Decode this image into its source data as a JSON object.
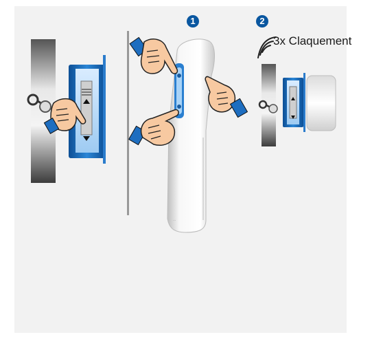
{
  "steps": [
    {
      "number": "1"
    },
    {
      "number": "2"
    }
  ],
  "sound": {
    "label": "3x Claquement",
    "icon": "sound-waves-icon"
  },
  "colors": {
    "panel_background": "#f2f2f2",
    "badge_blue": "#0a57a0",
    "module_blue": "#1b6fc0",
    "wall_gray": "#8c8c8c"
  },
  "icons": [
    "pointing-hand-icon",
    "key-icon",
    "arrow-up-icon",
    "arrow-down-icon",
    "sound-waves-icon"
  ]
}
